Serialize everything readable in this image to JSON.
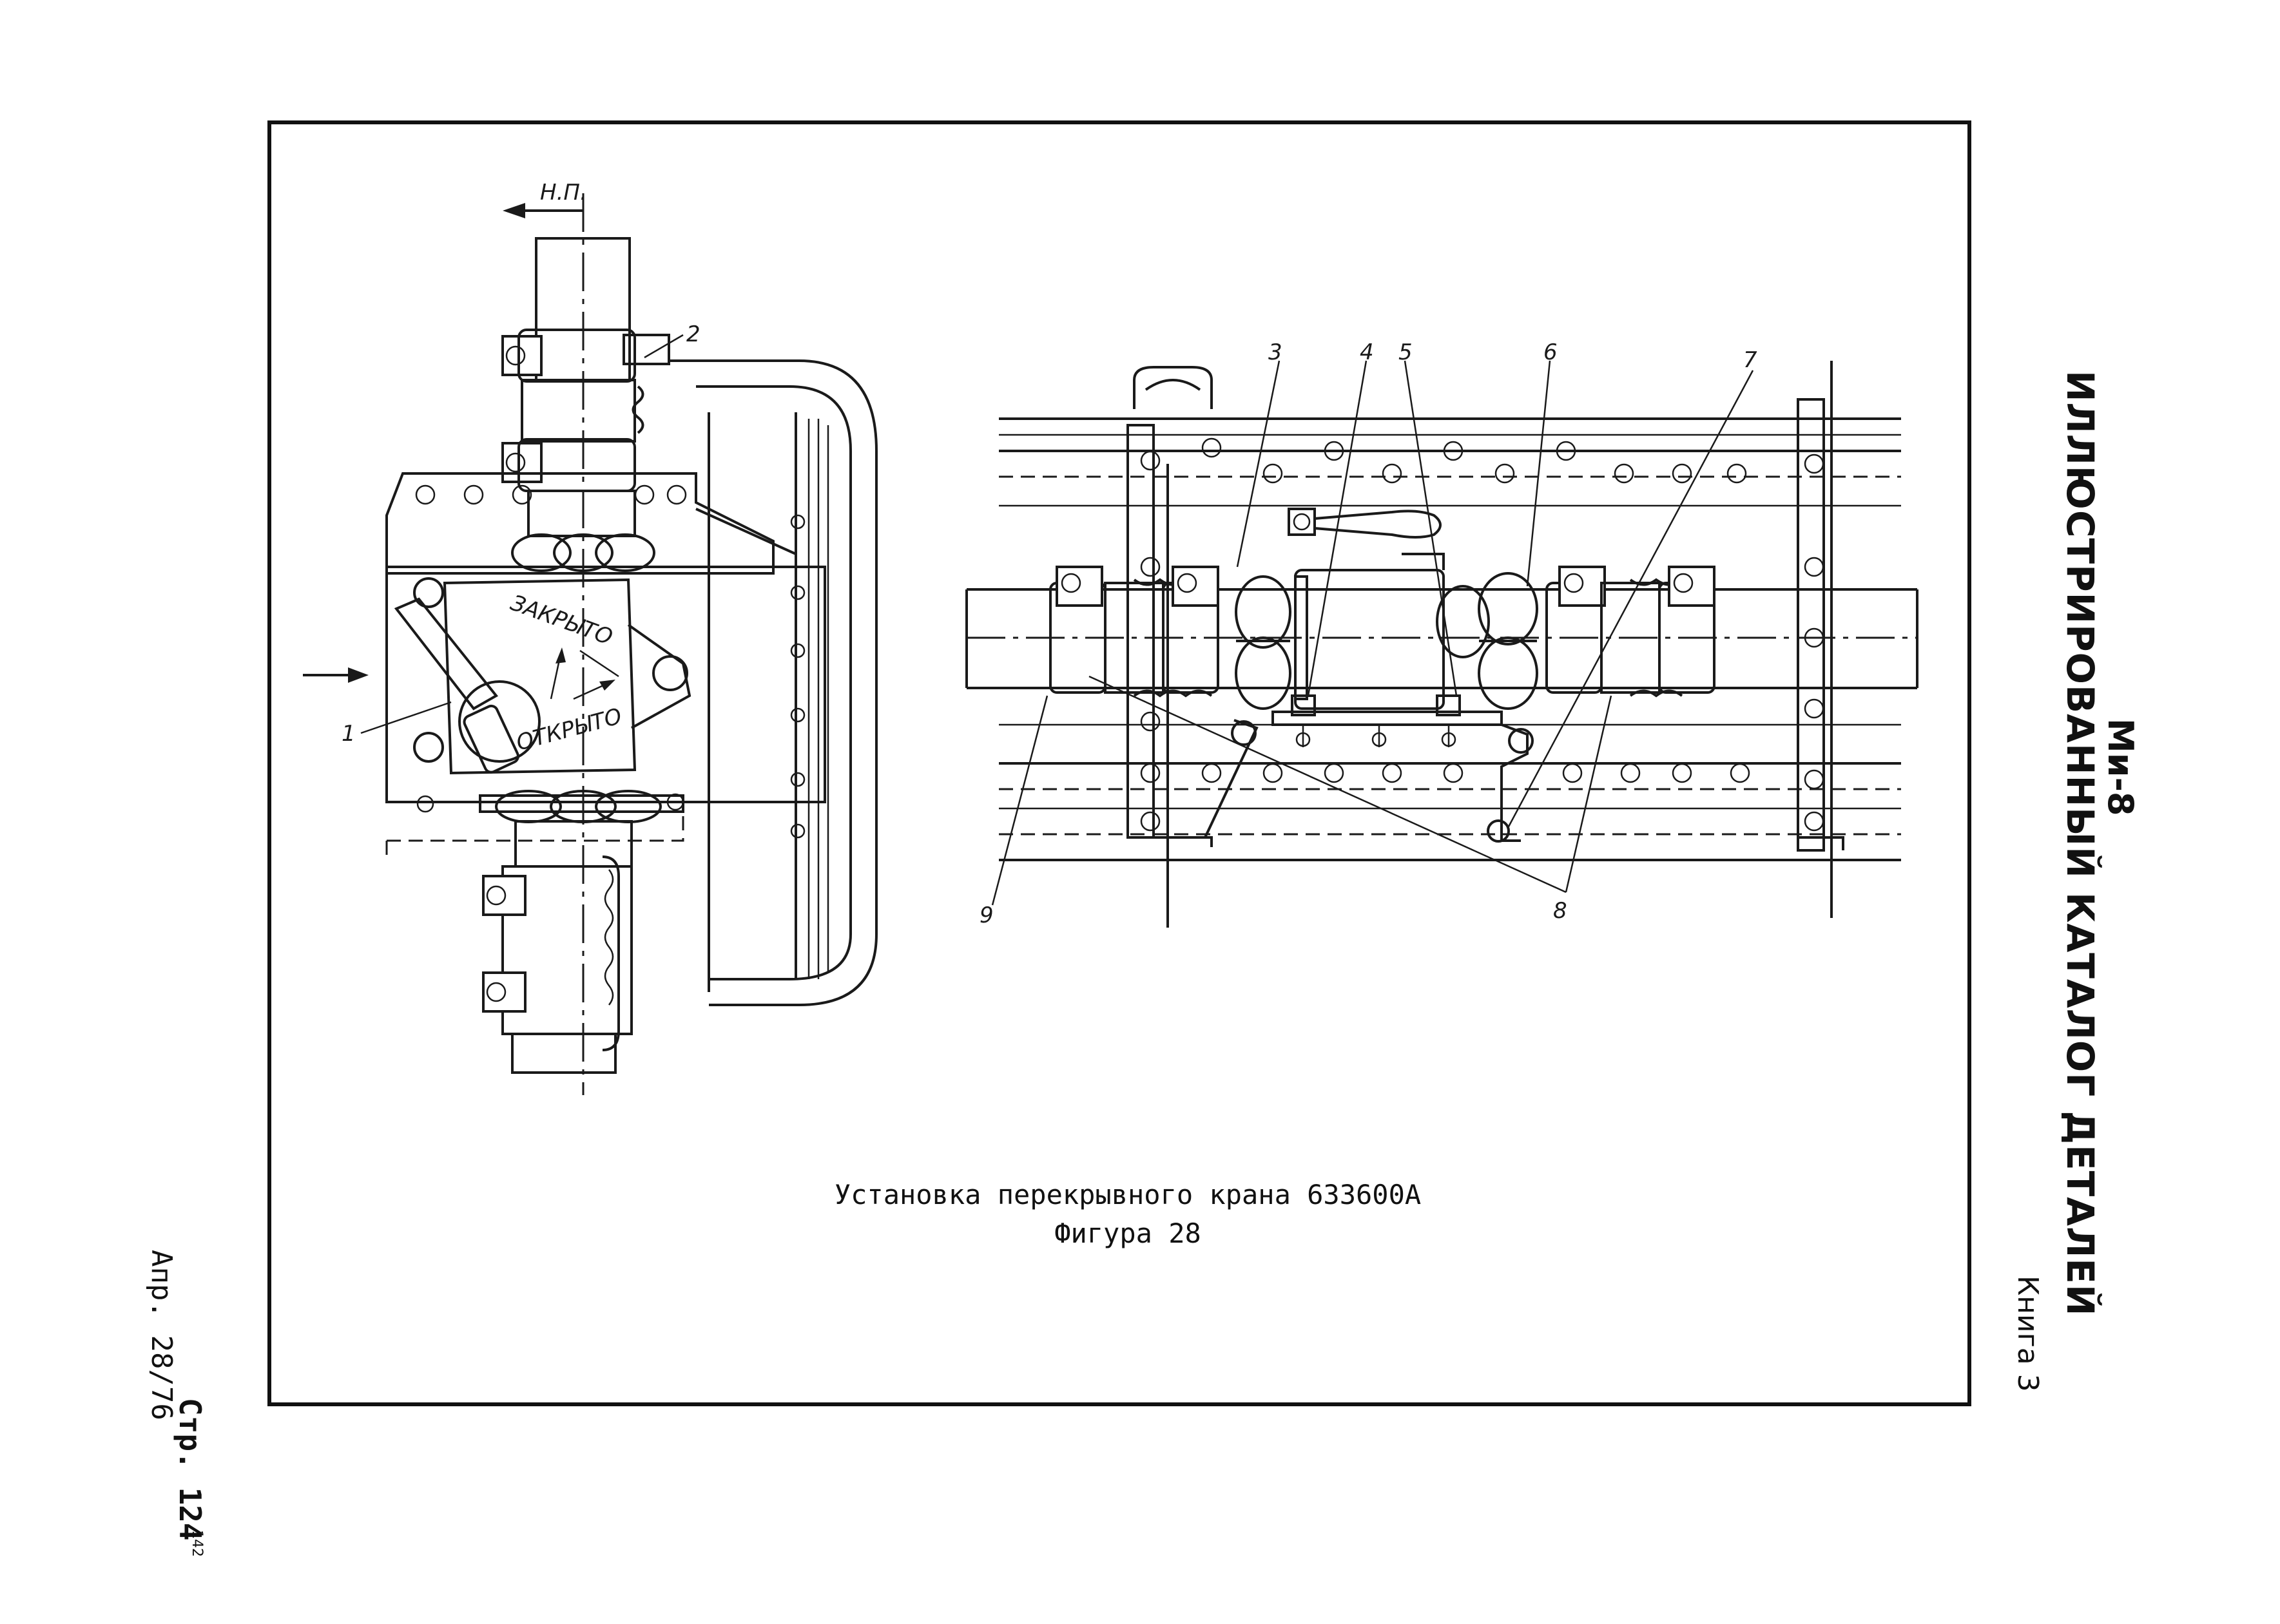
{
  "header": {
    "model": "Ми-8",
    "title": "ИЛЛЮСТРИРОВАННЫЙ КАТАЛОГ ДЕТАЛЕЙ",
    "book": "Книга 3"
  },
  "footer": {
    "page": "Стр. 124",
    "date": "Апр. 28/76",
    "sheet": "142"
  },
  "caption": {
    "title": "Установка перекрывного крана 633600А",
    "figure": "Фигура 28"
  },
  "drawing": {
    "direction_label": "Н.П.",
    "valve_closed_label": "ЗАКРЫТО",
    "valve_open_label": "ОТКРЫТО",
    "callouts": [
      "1",
      "2",
      "3",
      "4",
      "5",
      "6",
      "7",
      "8",
      "9"
    ]
  }
}
